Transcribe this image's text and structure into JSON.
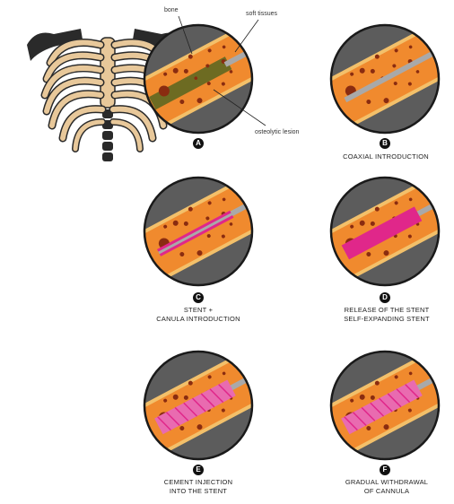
{
  "labels": {
    "bone": "bone",
    "soft_tissues": "soft tissues",
    "osteolytic_lesion": "osteolytic lesion"
  },
  "panels": [
    {
      "letter": "A",
      "caption_1": "",
      "caption_2": ""
    },
    {
      "letter": "B",
      "caption_1": "COAXIAL INTRODUCTION",
      "caption_2": ""
    },
    {
      "letter": "C",
      "caption_1": "STENT +",
      "caption_2": "CANULA INTRODUCTION"
    },
    {
      "letter": "D",
      "caption_1": "RELEASE OF THE STENT",
      "caption_2": "SELF-EXPANDING STENT"
    },
    {
      "letter": "E",
      "caption_1": "CEMENT INJECTION",
      "caption_2": "INTO THE STENT"
    },
    {
      "letter": "F",
      "caption_1": "GRADUAL WITHDRAWAL",
      "caption_2": "OF CANNULA"
    }
  ],
  "colors": {
    "soft_tissue": "#5c5c5c",
    "bone": "#f08a2e",
    "bone_edge": "#f3c06a",
    "lesion_fill": "#6d6b22",
    "needle": "#a9a9a9",
    "stent": "#e0278a",
    "cement": "#e96bb0",
    "hole": "#8a2c10",
    "rib": "#e8c89a",
    "rib_dark": "#2a2a2a"
  }
}
